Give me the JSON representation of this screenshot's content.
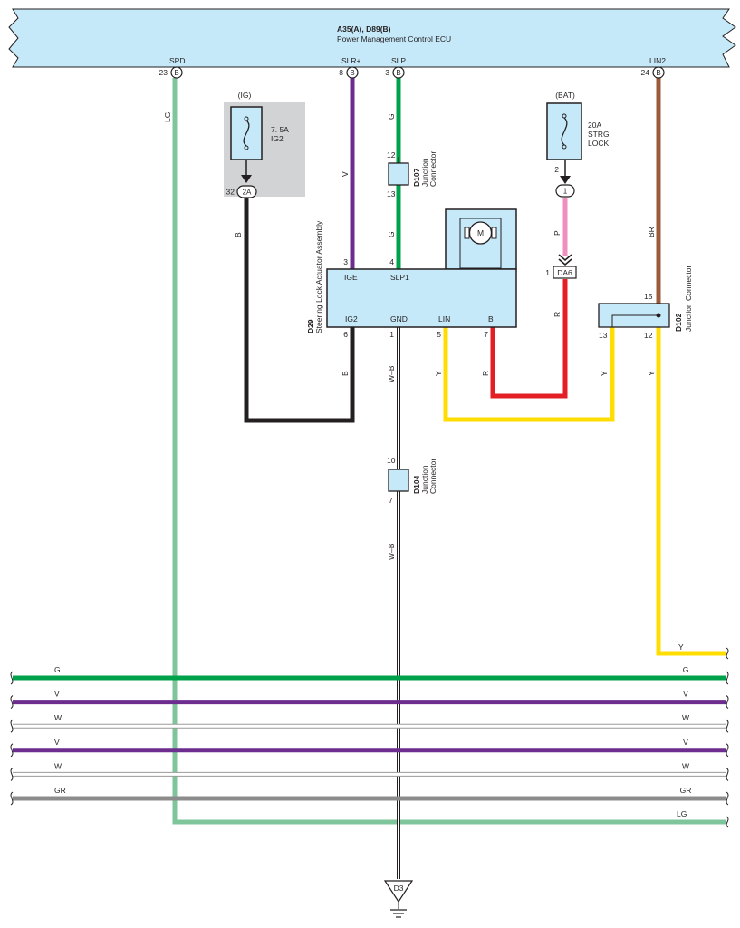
{
  "ecu": {
    "codes": "A35(A), D89(B)",
    "name": "Power Management Control ECU",
    "pins": [
      {
        "signal": "SPD",
        "num": "23",
        "conn": "B"
      },
      {
        "signal": "SLR+",
        "num": "8",
        "conn": "B"
      },
      {
        "signal": "SLP",
        "num": "3",
        "conn": "B"
      },
      {
        "signal": "LIN2",
        "num": "24",
        "conn": "B"
      }
    ]
  },
  "fuse_ig": {
    "label": "(IG)",
    "rating": "7. 5A",
    "name": "IG2",
    "pin": "32",
    "conn": "2A"
  },
  "fuse_bat": {
    "label": "(BAT)",
    "rating": "20A",
    "name1": "STRG",
    "name2": "LOCK",
    "pin": "2",
    "conn": "1"
  },
  "d107": {
    "code": "D107",
    "name1": "Junction",
    "name2": "Connector",
    "pin_top": "12",
    "pin_bottom": "13"
  },
  "d104": {
    "code": "D104",
    "name1": "Junction",
    "name2": "Connector",
    "pin_top": "10",
    "pin_bottom": "7"
  },
  "d102": {
    "code": "D102",
    "name": "Junction Connector",
    "pin_top": "15",
    "pin_left": "13",
    "pin_right": "12"
  },
  "da6": {
    "pin": "1",
    "code": "DA6"
  },
  "actuator": {
    "code": "D29",
    "name": "Steering Lock Actuator Assembly",
    "motor": "M",
    "terminals": {
      "ige": "IGE",
      "slp1": "SLP1",
      "ig2": "IG2",
      "gnd": "GND",
      "lin": "LIN",
      "b": "B"
    },
    "pins": {
      "ige": "3",
      "slp1": "4",
      "ig2": "6",
      "gnd": "1",
      "lin": "5",
      "b": "7"
    }
  },
  "wire_labels": {
    "lg": "LG",
    "v": "V",
    "g": "G",
    "b": "B",
    "w_b": "W–B",
    "p": "P",
    "r": "R",
    "br": "BR",
    "y": "Y"
  },
  "ground": {
    "code": "D3"
  },
  "bus": [
    {
      "label": "G",
      "color": "#00a14b"
    },
    {
      "label": "V",
      "color": "#6c2d8f"
    },
    {
      "label": "W",
      "color": "#ffffff"
    },
    {
      "label": "V",
      "color": "#6c2d8f"
    },
    {
      "label": "W",
      "color": "#ffffff"
    },
    {
      "label": "GR",
      "color": "#8c8c8c"
    }
  ],
  "continuations": {
    "y": "Y",
    "lg": "LG"
  },
  "colors": {
    "ecu_fill": "#c6e9f9",
    "wire_lg": "#7fc59b",
    "wire_v": "#6c2d8f",
    "wire_g": "#00a14b",
    "wire_br": "#9c5a3c",
    "wire_b": "#231f20",
    "wire_p": "#ef8fbf",
    "wire_r": "#e31e25",
    "wire_y": "#ffdd00",
    "wire_gr": "#8c8c8c",
    "fuse_bg": "#d1d3d4"
  }
}
